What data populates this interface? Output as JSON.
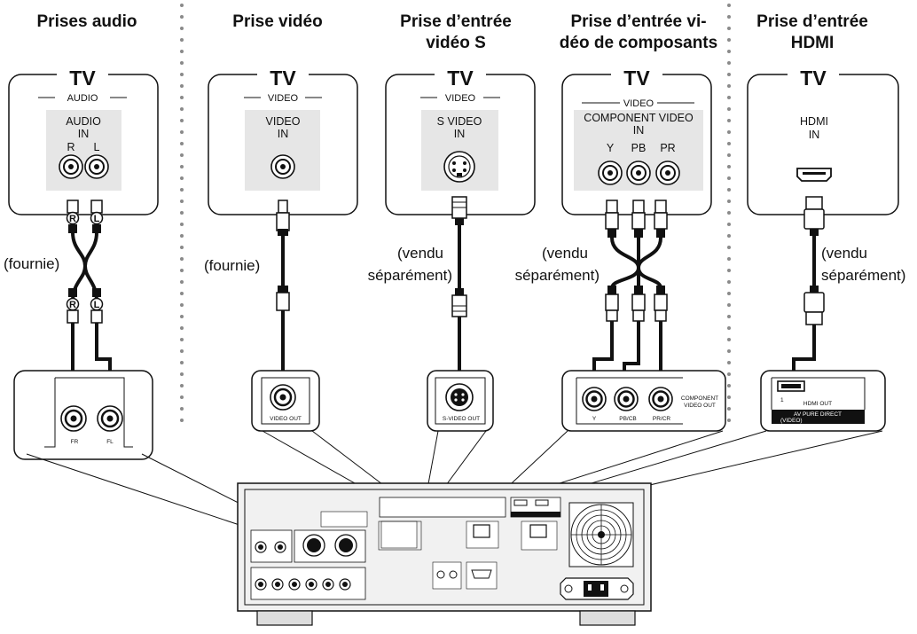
{
  "colors": {
    "panel": "#e6e6e6",
    "device": "#f1f1f1",
    "line": "#111111",
    "dots": "#8a8a8a"
  },
  "headings": {
    "audio": "Prises audio",
    "video": "Prise vidéo",
    "svideo": [
      "Prise d’entrée",
      "vidéo S"
    ],
    "component": [
      "Prise d’entrée vi-",
      "déo de composants"
    ],
    "hdmi": [
      "Prise d’entrée",
      "HDMI"
    ]
  },
  "tv_label": "TV",
  "tv_audio": {
    "group": "AUDIO",
    "title": [
      "AUDIO",
      "IN"
    ],
    "jacks": [
      "R",
      "L"
    ]
  },
  "tv_video": {
    "group": "VIDEO",
    "title": [
      "VIDEO",
      "IN"
    ]
  },
  "tv_svideo": {
    "group": "VIDEO",
    "title": [
      "S VIDEO",
      "IN"
    ]
  },
  "tv_component": {
    "group": "VIDEO",
    "title": [
      "COMPONENT VIDEO",
      "IN"
    ],
    "jacks": [
      "Y",
      "PB",
      "PR"
    ]
  },
  "tv_hdmi": {
    "title": [
      "HDMI",
      "IN"
    ]
  },
  "cable_labels": {
    "audio": "(fournie)",
    "video": "(fournie)",
    "svideo": [
      "(vendu",
      "séparément)"
    ],
    "component": [
      "(vendu",
      "séparément)"
    ],
    "hdmi": [
      "(vendu",
      "séparément)"
    ]
  },
  "plug_marks": {
    "right": "R",
    "left": "L"
  },
  "out_audio": {
    "jacks": [
      "FR",
      "FL"
    ]
  },
  "out_video": {
    "label": "VIDEO OUT"
  },
  "out_svideo": {
    "label": "S-VIDEO OUT"
  },
  "out_component": {
    "jacks": [
      "Y",
      "PB/CB",
      "PR/CR"
    ],
    "title": [
      "COMPONENT",
      "VIDEO OUT"
    ]
  },
  "out_hdmi": {
    "num": "1",
    "label": "HDMI OUT",
    "band": [
      "AV PURE DIRECT",
      "(VIDEO)"
    ]
  }
}
